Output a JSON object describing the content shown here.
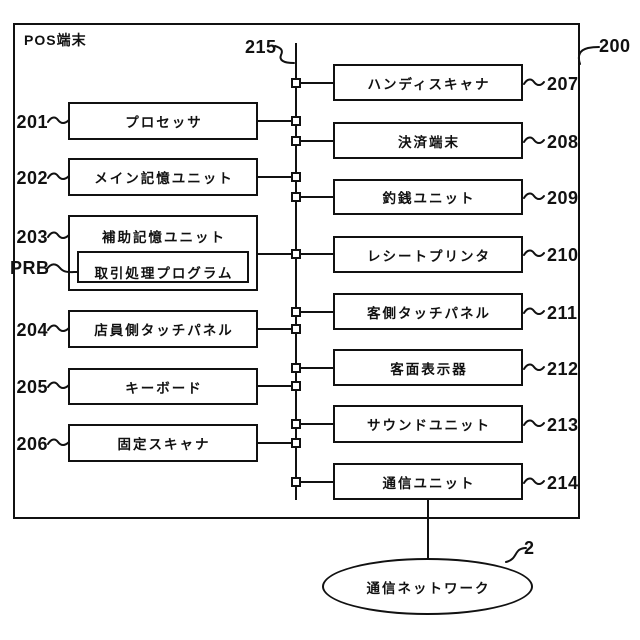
{
  "figure": {
    "outer_label": "POS端末",
    "outer_ref": "200",
    "bus_ref": "215",
    "left_boxes": [
      {
        "ref": "201",
        "label": "プロセッサ"
      },
      {
        "ref": "202",
        "label": "メイン記憶ユニット"
      },
      {
        "ref": "203",
        "label": "補助記憶ユニット",
        "inner": {
          "ref": "PRB",
          "label": "取引処理プログラム"
        }
      },
      {
        "ref": "204",
        "label": "店員側タッチパネル"
      },
      {
        "ref": "205",
        "label": "キーボード"
      },
      {
        "ref": "206",
        "label": "固定スキャナ"
      }
    ],
    "right_boxes": [
      {
        "ref": "207",
        "label": "ハンディスキャナ"
      },
      {
        "ref": "208",
        "label": "決済端末"
      },
      {
        "ref": "209",
        "label": "釣銭ユニット"
      },
      {
        "ref": "210",
        "label": "レシートプリンタ"
      },
      {
        "ref": "211",
        "label": "客側タッチパネル"
      },
      {
        "ref": "212",
        "label": "客面表示器"
      },
      {
        "ref": "213",
        "label": "サウンドユニット"
      },
      {
        "ref": "214",
        "label": "通信ユニット"
      }
    ],
    "network": {
      "ref": "2",
      "label": "通信ネットワーク"
    },
    "colors": {
      "line": "#111111",
      "background": "#ffffff",
      "box_fill": "#ffffff"
    }
  }
}
